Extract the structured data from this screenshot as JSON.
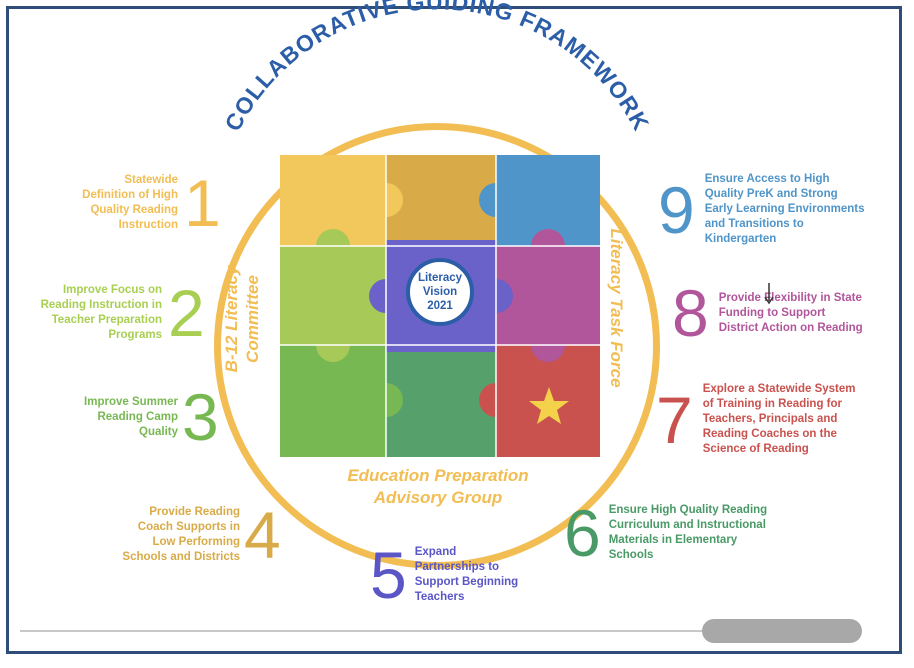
{
  "title": "COLLABORATIVE GUIDING FRAMEWORK",
  "center": {
    "line1": "Literacy",
    "line2": "Vision",
    "line3": "2021"
  },
  "left_label": {
    "line1": "B-12 Literacy",
    "line2": "Committee"
  },
  "right_label": "Literacy Task Force",
  "bottom_label": {
    "line1": "Education Preparation",
    "line2": "Advisory Group"
  },
  "colors": {
    "ring": "#f2bd52",
    "title": "#2c5ea8",
    "puzzle": [
      "#f2c75c",
      "#d9ab48",
      "#4f95c9",
      "#a7c957",
      "#6a61c9",
      "#b1569b",
      "#78b853",
      "#56a06c",
      "#c9524e"
    ]
  },
  "items": [
    {
      "number": "1",
      "color": "#f2bd52",
      "lines": [
        "Statewide",
        "Definition of High",
        "Quality Reading",
        "Instruction"
      ]
    },
    {
      "number": "2",
      "color": "#a9cf52",
      "lines": [
        "Improve Focus on",
        "Reading Instruction in",
        "Teacher Preparation",
        "Programs"
      ]
    },
    {
      "number": "3",
      "color": "#78b853",
      "lines": [
        "Improve Summer",
        "Reading Camp",
        "Quality"
      ]
    },
    {
      "number": "4",
      "color": "#d9ab48",
      "lines": [
        "Provide Reading",
        "Coach Supports in",
        "Low Performing",
        "Schools and Districts"
      ]
    },
    {
      "number": "5",
      "color": "#5a56c6",
      "lines": [
        "Expand",
        "Partnerships to",
        "Support Beginning",
        "Teachers"
      ]
    },
    {
      "number": "6",
      "color": "#4a9a67",
      "lines": [
        "Ensure High Quality Reading",
        "Curriculum and Instructional",
        "Materials in Elementary",
        "Schools"
      ]
    },
    {
      "number": "7",
      "color": "#c9524e",
      "lines": [
        "Explore a Statewide System",
        "of Training in Reading for",
        "Teachers, Principals and",
        "Reading Coaches on the",
        "Science of Reading"
      ]
    },
    {
      "number": "8",
      "color": "#b1569b",
      "lines": [
        "Provide Flexibility in State",
        "Funding to Support",
        "District Action on Reading"
      ]
    },
    {
      "number": "9",
      "color": "#4f95c9",
      "lines": [
        "Ensure Access to High",
        "Quality PreK and Strong",
        "Early Learning Environments",
        "and Transitions to",
        "Kindergarten"
      ]
    }
  ]
}
